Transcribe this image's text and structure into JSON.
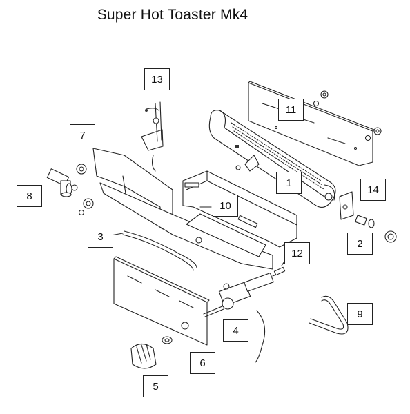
{
  "title": "Super Hot Toaster Mk4",
  "callouts": {
    "c1": "1",
    "c2": "2",
    "c3": "3",
    "c4": "4",
    "c5": "5",
    "c6": "6",
    "c7": "7",
    "c8": "8",
    "c9": "9",
    "c10": "10",
    "c11": "11",
    "c12": "12",
    "c13": "13",
    "c14": "14"
  }
}
